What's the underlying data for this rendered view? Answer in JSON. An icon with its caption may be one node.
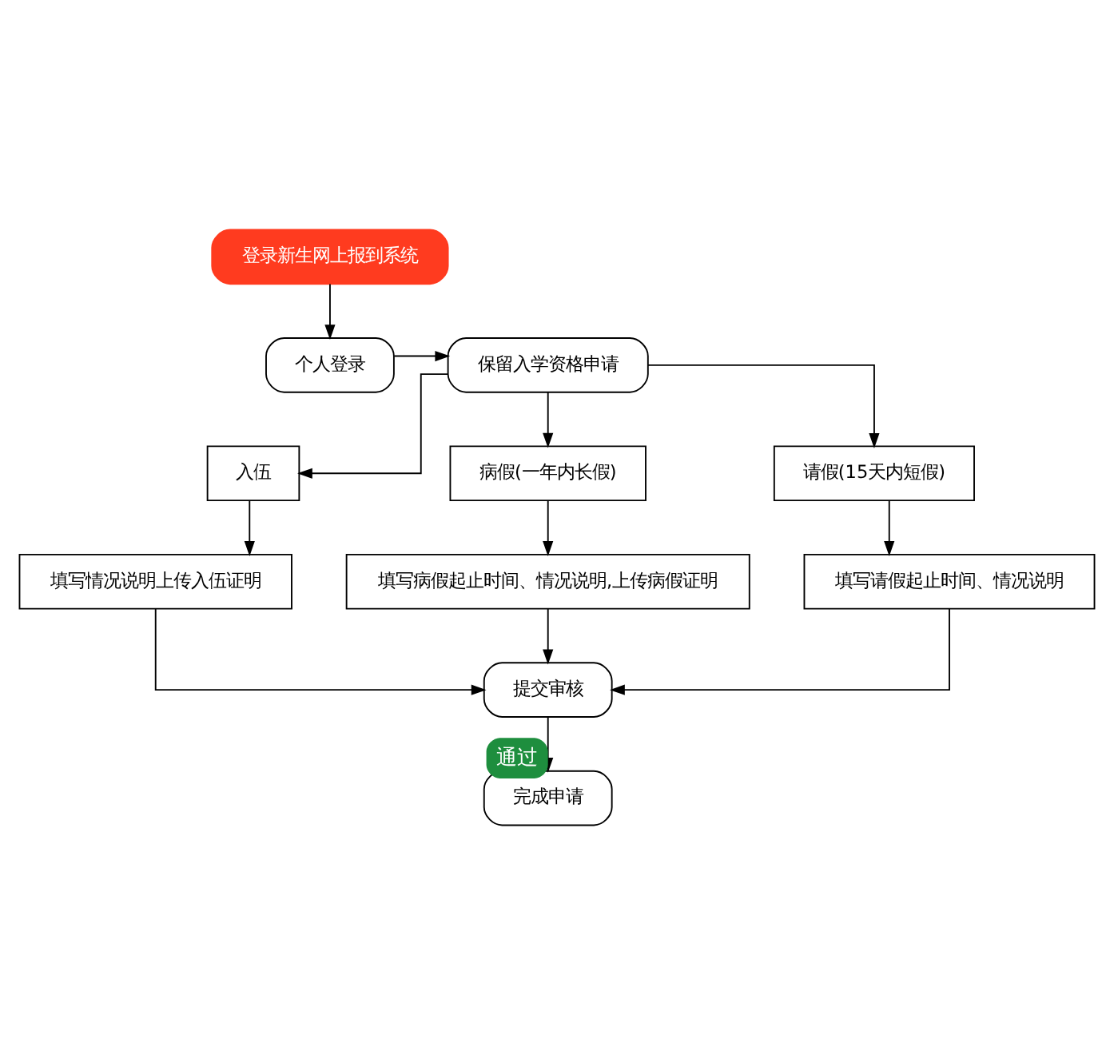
{
  "diagram": {
    "nodes": [
      {
        "text": [
          "登录新生网上报到系统"
        ]
      },
      {
        "text": [
          "个人登录"
        ]
      },
      {
        "text": [
          "保留入学资格申请"
        ]
      },
      {
        "text": [
          "入伍"
        ]
      },
      {
        "text": [
          "病假(一年内长假)"
        ]
      },
      {
        "text": [
          "请假(15天内短假)"
        ]
      },
      {
        "text": [
          "填写情况说明上传入伍证明"
        ]
      },
      {
        "text": [
          "填写病假起止时间、情况说明,上传病假证明"
        ]
      },
      {
        "text": [
          "填写请假起止时间、情况说明"
        ]
      },
      {
        "text": [
          "提交审核"
        ]
      },
      {
        "text": [
          "完成申请"
        ]
      }
    ],
    "edges": [
      {
        "from": 0,
        "to": 1,
        "arrow": "to"
      },
      {
        "from": 1,
        "to": 2,
        "arrow": "to"
      },
      {
        "from": 2,
        "to": 3,
        "arrow": "to"
      },
      {
        "from": 2,
        "to": 4,
        "arrow": "to"
      },
      {
        "from": 2,
        "to": 5,
        "arrow": "to"
      },
      {
        "from": 3,
        "to": 6,
        "arrow": "to"
      },
      {
        "from": 4,
        "to": 7,
        "arrow": "to"
      },
      {
        "from": 5,
        "to": 8,
        "arrow": "to"
      },
      {
        "from": 6,
        "to": 9,
        "arrow": "to"
      },
      {
        "from": 7,
        "to": 9,
        "arrow": "to"
      },
      {
        "from": 8,
        "to": 9,
        "arrow": "to"
      },
      {
        "from": 9,
        "to": 10,
        "arrow": "to",
        "label": "通过"
      }
    ]
  }
}
